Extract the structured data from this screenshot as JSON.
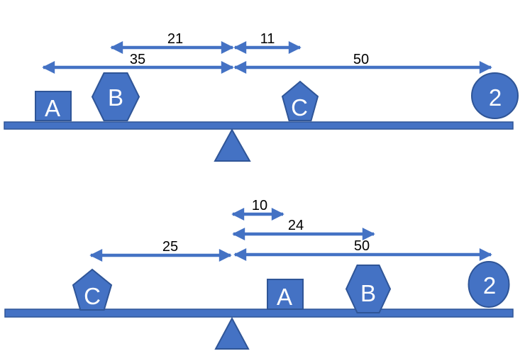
{
  "colors": {
    "shape_fill": "#4472C4",
    "shape_stroke": "#2F5597",
    "arrow": "#4472C4",
    "dimension_text": "#000000",
    "shape_text": "#FFFFFF",
    "background": "#FFFFFF"
  },
  "top_diagram": {
    "description": "balance beam with fulcrum at center",
    "shapes": [
      {
        "type": "square",
        "label": "A",
        "side": "left"
      },
      {
        "type": "hexagon",
        "label": "B",
        "side": "left"
      },
      {
        "type": "pentagon",
        "label": "C",
        "side": "right"
      },
      {
        "type": "circle",
        "label": "2",
        "side": "right"
      }
    ],
    "distances": [
      {
        "value": "21",
        "from": "B",
        "to": "fulcrum"
      },
      {
        "value": "35",
        "from": "A",
        "to": "fulcrum"
      },
      {
        "value": "11",
        "from": "fulcrum",
        "to": "C"
      },
      {
        "value": "50",
        "from": "fulcrum",
        "to": "circle-2"
      }
    ]
  },
  "bottom_diagram": {
    "description": "balance beam with fulcrum at center",
    "shapes": [
      {
        "type": "pentagon",
        "label": "C",
        "side": "left"
      },
      {
        "type": "square",
        "label": "A",
        "side": "right"
      },
      {
        "type": "hexagon",
        "label": "B",
        "side": "right"
      },
      {
        "type": "circle",
        "label": "2",
        "side": "right"
      }
    ],
    "distances": [
      {
        "value": "10",
        "from": "fulcrum",
        "to": "A"
      },
      {
        "value": "24",
        "from": "fulcrum",
        "to": "B"
      },
      {
        "value": "25",
        "from": "C",
        "to": "fulcrum"
      },
      {
        "value": "50",
        "from": "fulcrum",
        "to": "circle-2"
      }
    ]
  }
}
